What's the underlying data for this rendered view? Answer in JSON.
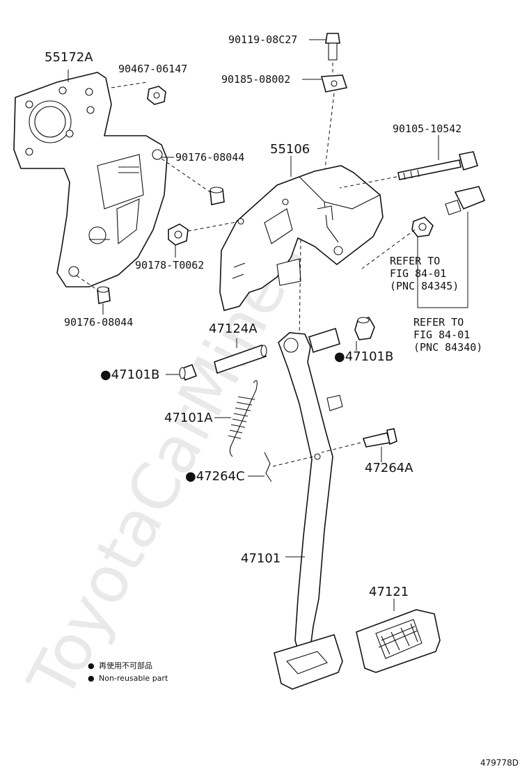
{
  "watermark": "ToyotaCarMine.ru",
  "figure_code": "479778D",
  "legend": {
    "marker": "●",
    "jp": "再使用不可部品",
    "en": "Non-reusable part"
  },
  "parts": {
    "p55172A": "55172A",
    "p90467": "90467-06147",
    "p90176a": "90176-08044",
    "p90178": "90178-T0062",
    "p90176b": "90176-08044",
    "p90119": "90119-08C27",
    "p90185": "90185-08002",
    "p55106": "55106",
    "p90105": "90105-10542",
    "p47124A": "47124A",
    "p47101B_left": "●47101B",
    "p47101B_right": "●47101B",
    "p47101A": "47101A",
    "p47264C": "●47264C",
    "p47264A": "47264A",
    "p47101": "47101",
    "p47121": "47121"
  },
  "refs": {
    "ref1": {
      "l1": "REFER TO",
      "l2": "FIG 84-01",
      "l3": "(PNC 84345)"
    },
    "ref2": {
      "l1": "REFER TO",
      "l2": "FIG 84-01",
      "l3": "(PNC 84340)"
    }
  }
}
